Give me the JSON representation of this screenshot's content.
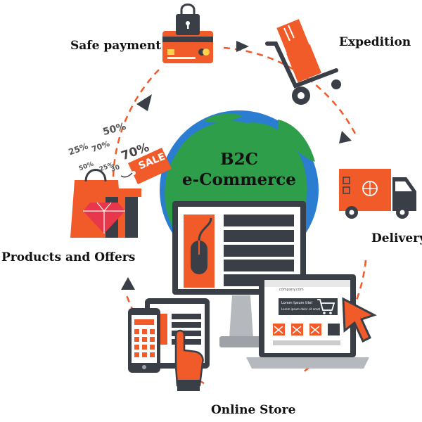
{
  "diagram": {
    "center": {
      "line1": "B2C",
      "line2": "e-Commerce"
    },
    "stages": {
      "safe_payment": "Safe payment",
      "expedition": "Expedition",
      "delivery": "Delivery",
      "online_store": "Online Store",
      "products_offers": "Products and Offers"
    },
    "offers": {
      "sale": "SALE",
      "percentages": [
        "50%",
        "70%",
        "25%",
        "70%",
        "50%",
        "25%",
        "30"
      ]
    },
    "laptop_screen": {
      "brand": "company.com",
      "headline": "Lorem Ipsum titel",
      "subline": "Lorem ipsum dolor sit amet"
    }
  },
  "colors": {
    "accent": "#f15a29",
    "dark": "#3a3f47",
    "globe_land": "#2e9e4a",
    "globe_water": "#2b7dd1"
  },
  "icons": [
    "lock-icon",
    "credit-card-icon",
    "hand-truck-icon",
    "delivery-truck-icon",
    "shopping-bag-icon",
    "diamond-icon",
    "computer-mouse-icon",
    "shopping-cart-icon",
    "pointer-hand-icon",
    "cursor-arrow-icon"
  ]
}
